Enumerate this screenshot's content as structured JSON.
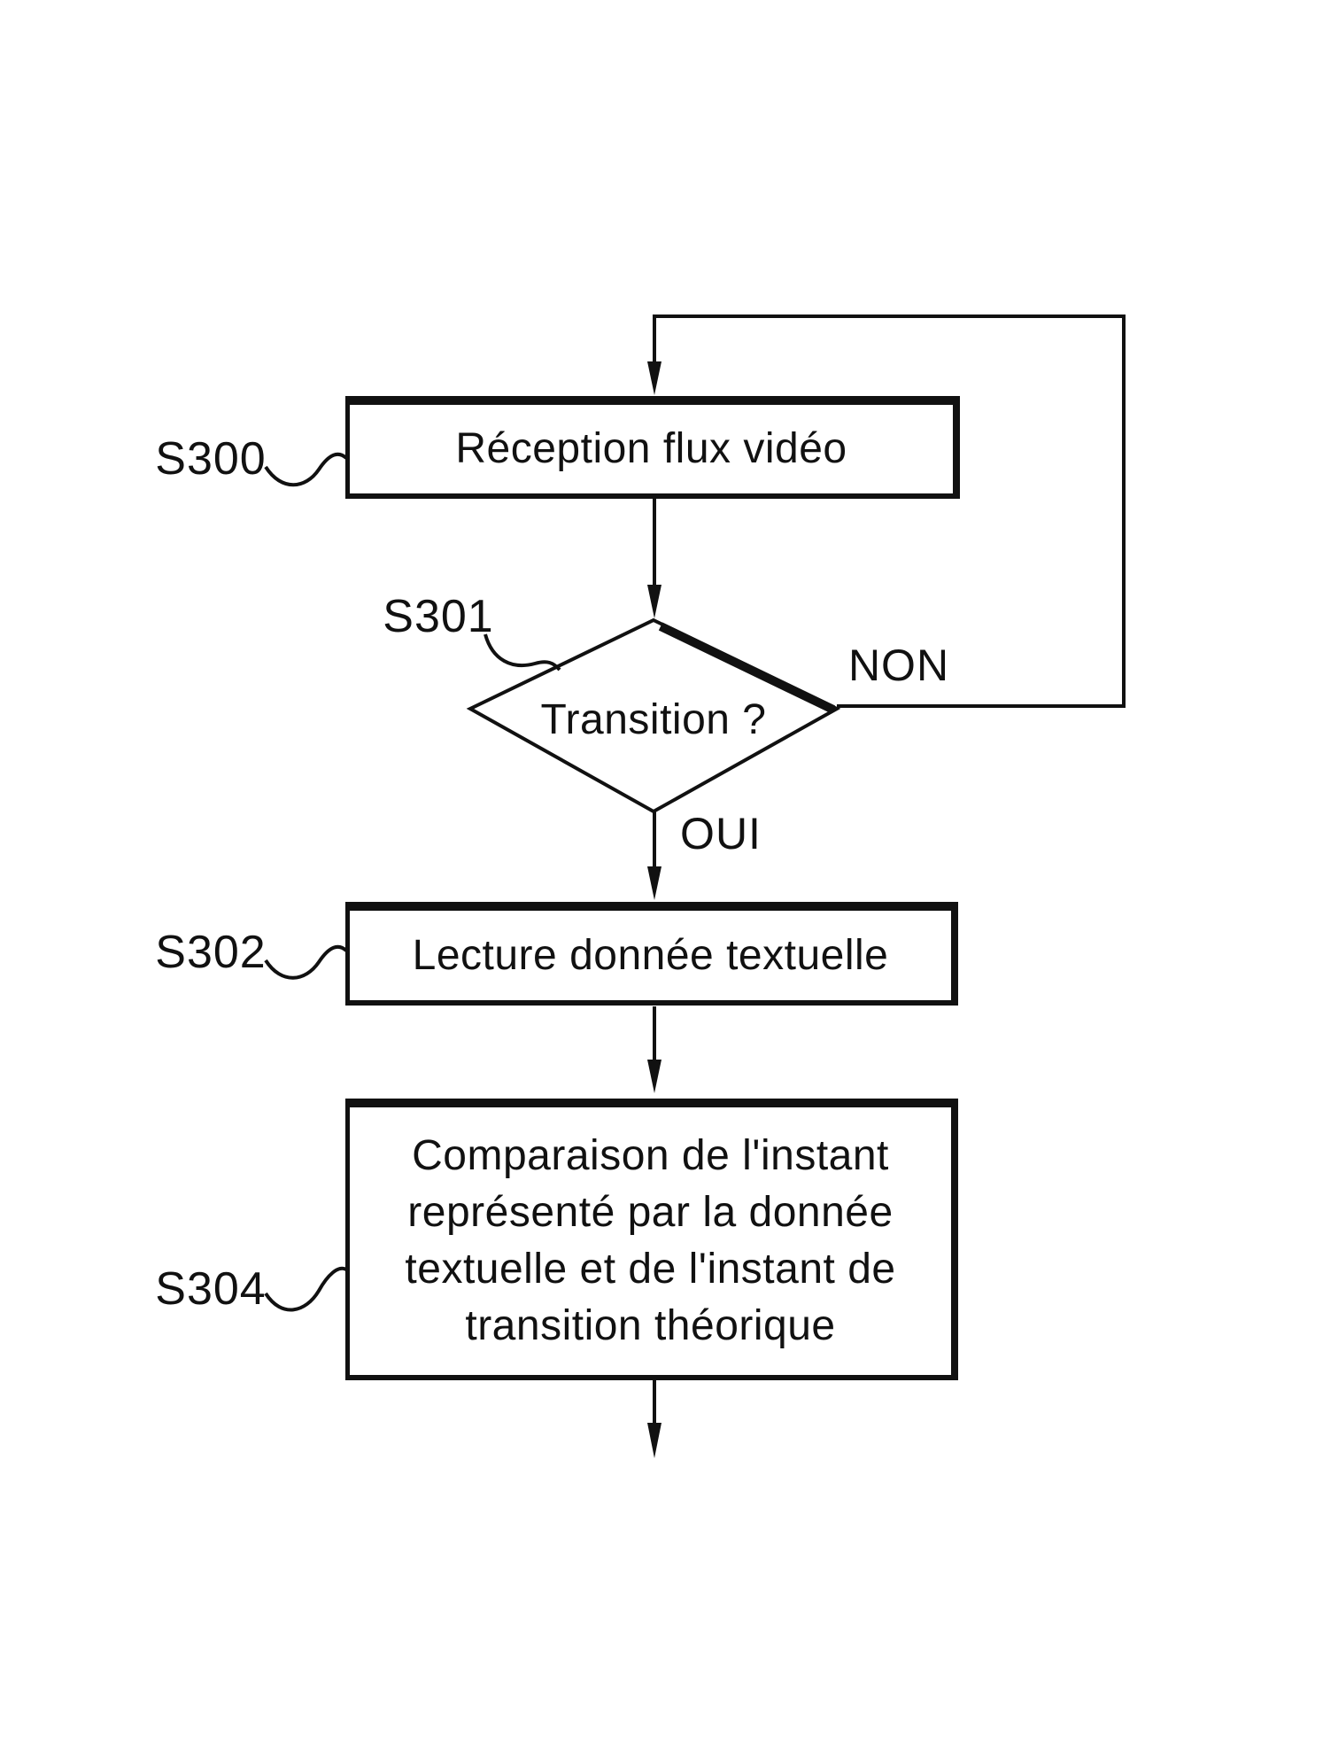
{
  "figure": {
    "background": "#ffffff",
    "ink": "#111111"
  },
  "steps": {
    "s300": {
      "ref": "S300",
      "label": "Réception flux vidéo"
    },
    "s301": {
      "ref": "S301",
      "label": "Transition ?"
    },
    "s302": {
      "ref": "S302",
      "label": "Lecture donnée textuelle"
    },
    "s304": {
      "ref": "S304",
      "label": "Comparaison de l'instant\nreprésenté par la donnée\ntextuelle et de l'instant de\ntransition théorique"
    }
  },
  "branches": {
    "no": "NON",
    "yes": "OUI"
  }
}
